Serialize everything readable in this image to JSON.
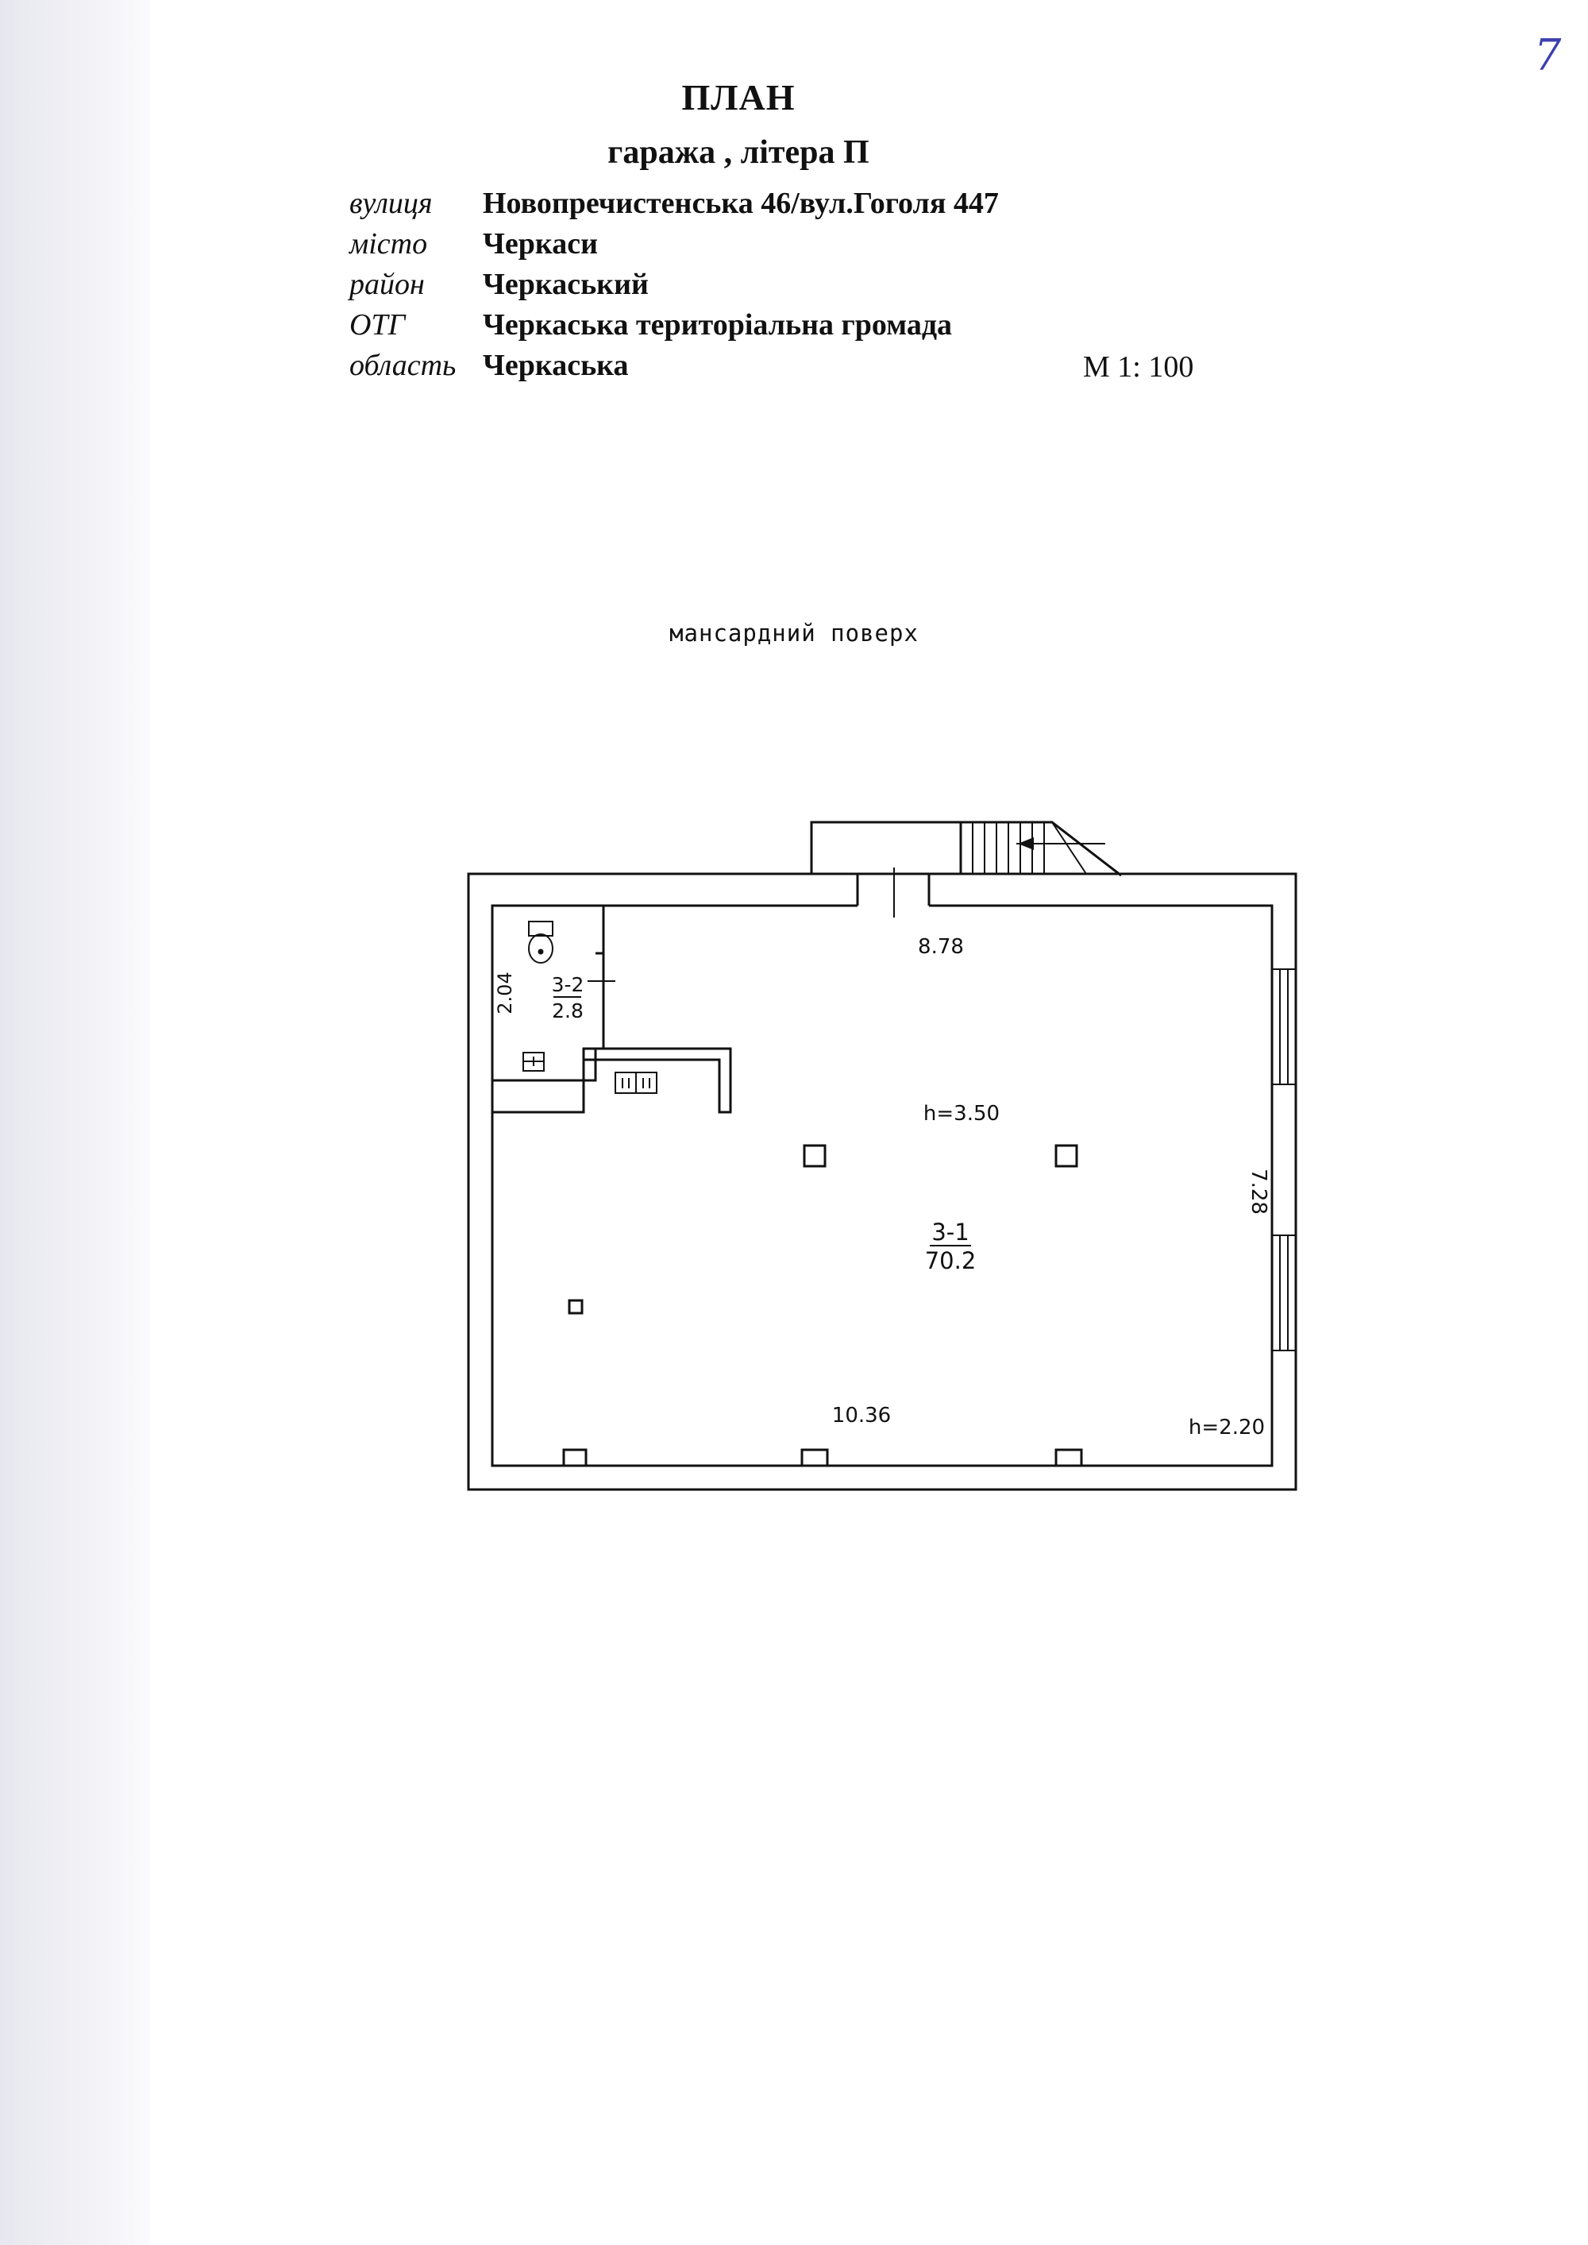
{
  "sheet_number": "7",
  "header": {
    "title": "ПЛАН",
    "subtitle": "гаража , літера   П"
  },
  "address": [
    {
      "label": "вулиця",
      "value": "Новопречистенська 46/вул.Гоголя 447"
    },
    {
      "label": "місто",
      "value": "Черкаси"
    },
    {
      "label": "район",
      "value": "Черкаський"
    },
    {
      "label": "ОТГ",
      "value": "Черкаська територіальна громада"
    },
    {
      "label": "область",
      "value": "Черкаська"
    }
  ],
  "scale": "М 1: 100",
  "plan": {
    "floor_name": "мансардний поверх",
    "dimensions": {
      "top_width": "8.78",
      "bottom_width": "10.36",
      "right_depth": "7.28",
      "room_3_2_height": "2.04"
    },
    "ceiling_heights": {
      "main": "h=3.50",
      "low": "h=2.20"
    },
    "rooms": [
      {
        "number": "3-1",
        "area": "70.2"
      },
      {
        "number": "3-2",
        "area": "2.8"
      }
    ]
  }
}
